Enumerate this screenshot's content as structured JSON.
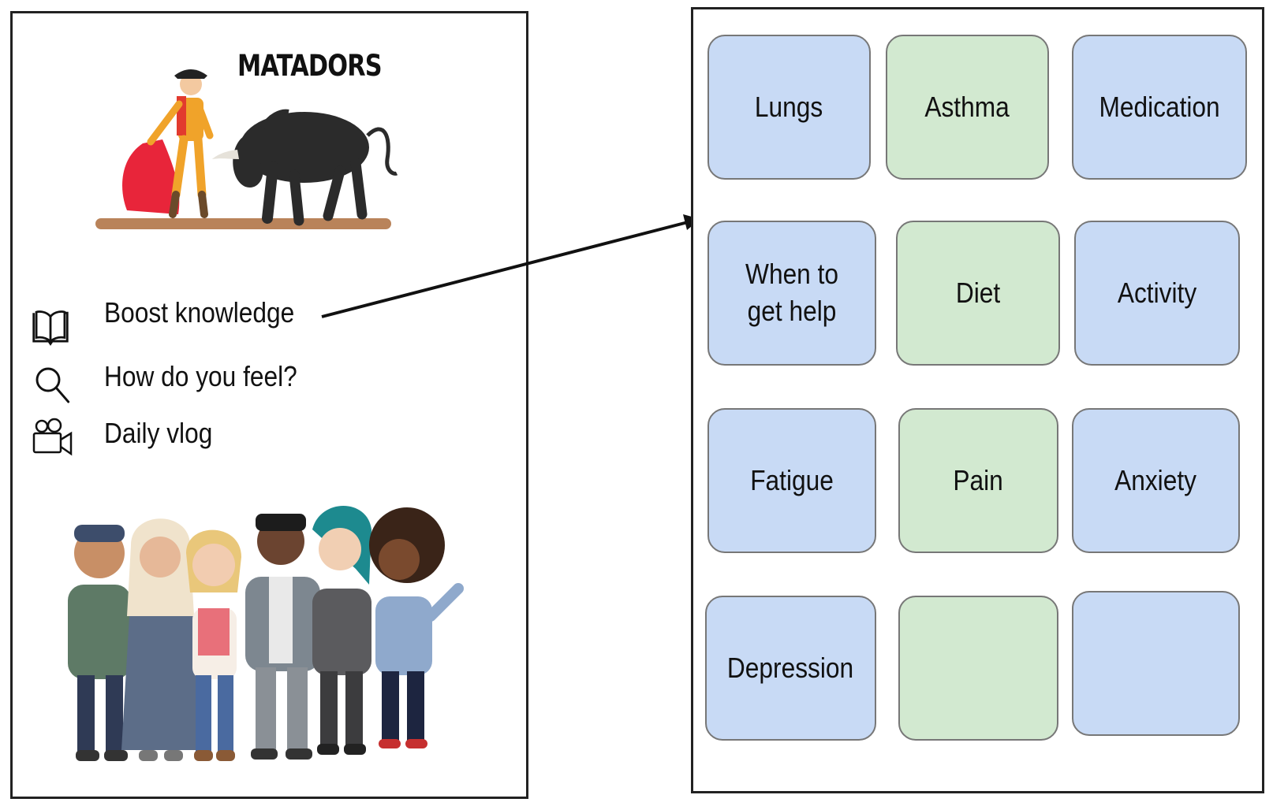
{
  "app": {
    "title": "MATADORS"
  },
  "menu": {
    "items": [
      {
        "label": "Boost knowledge",
        "icon": "book-icon"
      },
      {
        "label": "How do you feel?",
        "icon": "search-icon"
      },
      {
        "label": "Daily vlog",
        "icon": "video-camera-icon"
      }
    ]
  },
  "topics": {
    "tiles": [
      {
        "label": "Lungs",
        "color": "#c8daf5"
      },
      {
        "label": "Asthma",
        "color": "#d2e9d0"
      },
      {
        "label": "Medication",
        "color": "#c8daf5"
      },
      {
        "label": "When to\nget help",
        "color": "#c8daf5"
      },
      {
        "label": "Diet",
        "color": "#d2e9d0"
      },
      {
        "label": "Activity",
        "color": "#c8daf5"
      },
      {
        "label": "Fatigue",
        "color": "#c8daf5"
      },
      {
        "label": "Pain",
        "color": "#d2e9d0"
      },
      {
        "label": "Anxiety",
        "color": "#c8daf5"
      },
      {
        "label": "Depression",
        "color": "#c8daf5"
      },
      {
        "label": "",
        "color": "#d2e9d0"
      },
      {
        "label": "",
        "color": "#c8daf5"
      }
    ]
  },
  "colors": {
    "tile_blue": "#c8daf5",
    "tile_green": "#d2e9d0",
    "border": "#222222",
    "cape_red": "#e8253a",
    "bull_black": "#2b2b2b",
    "ground_brown": "#b9835a"
  },
  "illustrations": {
    "matador_bull": "matador-bull-illustration",
    "avatars": "avatar-group-illustration"
  }
}
